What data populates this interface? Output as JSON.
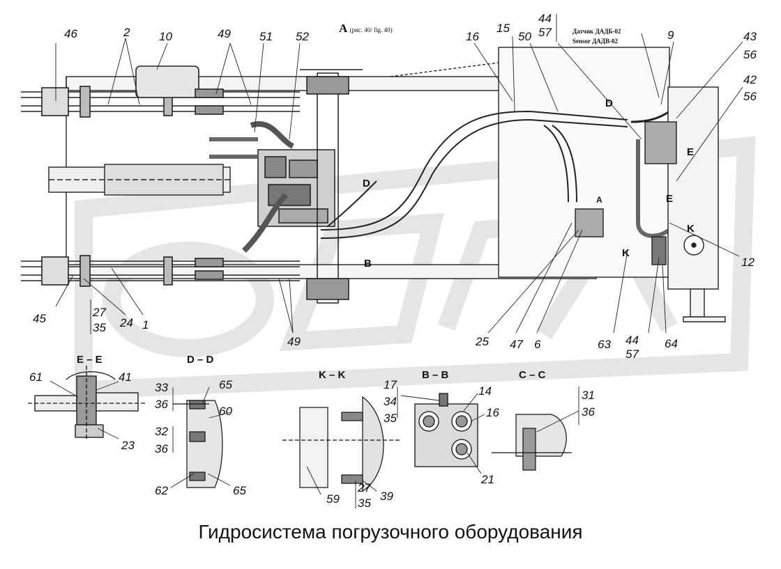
{
  "caption": "Гидросистема погрузочного оборудования",
  "view_label": "A",
  "view_ref": "(рис. 40/ fig. 40)",
  "sensor_ru": "Датчик ДАДБ-02",
  "sensor_en": "Sensor  ДАДВ-02",
  "watermark": "OPEX",
  "section_titles": {
    "ee": "E – E",
    "dd": "D – D",
    "kk": "K – K",
    "bb": "B – B",
    "cc": "C – C"
  },
  "inline_marks": {
    "d_top": "D",
    "d_mid": "D",
    "e_upper": "E",
    "e_lower": "E",
    "k_right": "K",
    "k_left": "K",
    "b_mark": "B",
    "a_mark": "A"
  },
  "callouts": {
    "n46": "46",
    "n2": "2",
    "n10": "10",
    "n49a": "49",
    "n51": "51",
    "n52": "52",
    "n16a": "16",
    "n15": "15",
    "n50": "50",
    "n44a": "44",
    "n57a": "57",
    "n9": "9",
    "n43": "43",
    "n56a": "56",
    "n42": "42",
    "n56b": "56",
    "n12": "12",
    "n45": "45",
    "n27a": "27",
    "n35a": "35",
    "n24": "24",
    "n1": "1",
    "n49b": "49",
    "n25": "25",
    "n47": "47",
    "n6": "6",
    "n63": "63",
    "n44b": "44",
    "n57b": "57",
    "n64": "64",
    "n61": "61",
    "n41": "41",
    "n23": "23",
    "n33": "33",
    "n36a": "36",
    "n65a": "65",
    "n60": "60",
    "n32": "32",
    "n36b": "36",
    "n62": "62",
    "n65b": "65",
    "n59": "59",
    "n27b": "27",
    "n35b": "35",
    "n39": "39",
    "n17": "17",
    "n34": "34",
    "n35c": "35",
    "n14": "14",
    "n16b": "16",
    "n21": "21",
    "n31": "31",
    "n36c": "36"
  }
}
